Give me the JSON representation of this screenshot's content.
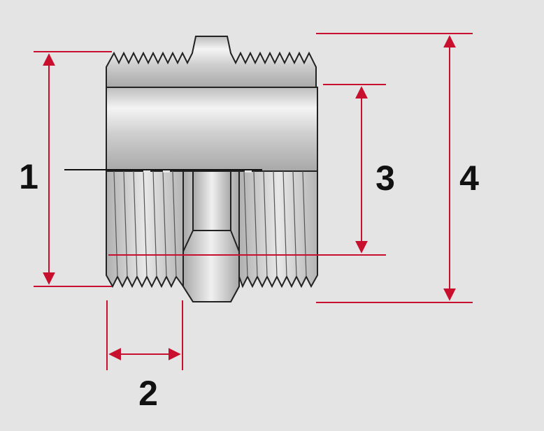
{
  "labels": {
    "thread_major_diameter": "1",
    "thread_length": "2",
    "bore_diameter": "3",
    "overall_diameter": "4"
  },
  "colors": {
    "background": "#e4e4e4",
    "dimension_line": "#c8102e",
    "outline": "#222222",
    "steel_light": "#f2f2f2",
    "steel_dark": "#9a9a9a"
  }
}
